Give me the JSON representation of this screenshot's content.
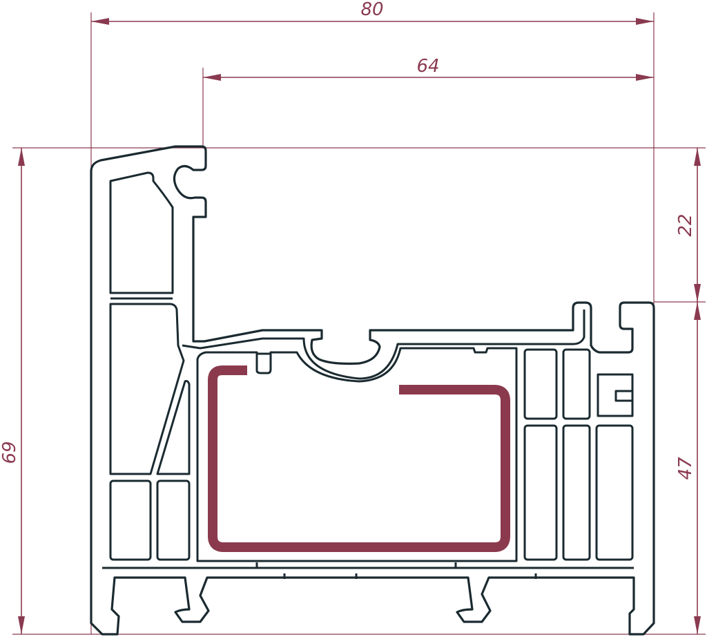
{
  "dimensions": {
    "overall_width": "80",
    "inner_width": "64",
    "total_height": "69",
    "upper_height": "22",
    "lower_height": "47"
  },
  "colors": {
    "dimension": "#8a3a50",
    "profile_outline": "#1a2a30",
    "steel_reinforcement": "#8b3a4e",
    "background": "#ffffff"
  }
}
